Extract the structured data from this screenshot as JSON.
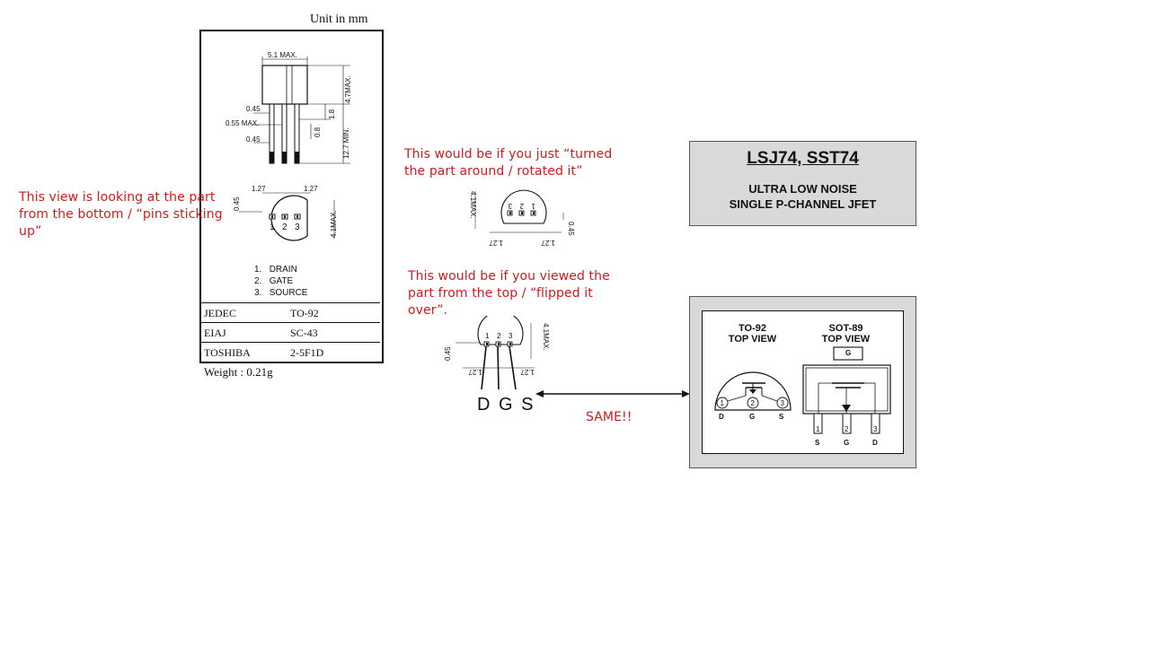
{
  "datasheet": {
    "unit_label": "Unit in mm",
    "dims": {
      "body_width": "5.1 MAX.",
      "body_height": "4.7MAX.",
      "lead_width_1": "0.45",
      "lead_thick": "0.55 MAX.",
      "lead_width_2": "0.45",
      "shoulder": "1.8",
      "lead_gap": "0.8",
      "lead_length": "12.7 MIN.",
      "pitch_left": "1.27",
      "pitch_right": "1.27",
      "flat": "0.45",
      "diameter": "4.1MAX."
    },
    "pin_numbers": [
      "1",
      "2",
      "3"
    ],
    "legend": [
      {
        "num": "1.",
        "name": "DRAIN"
      },
      {
        "num": "2.",
        "name": "GATE"
      },
      {
        "num": "3.",
        "name": "SOURCE"
      }
    ],
    "table": [
      {
        "key": "JEDEC",
        "value": "TO-92"
      },
      {
        "key": "EIAJ",
        "value": "SC-43"
      },
      {
        "key": "TOSHIBA",
        "value": "2-5F1D"
      }
    ],
    "weight": "Weight : 0.21g"
  },
  "notes": {
    "bottom_view": "This view is looking at the part from the bottom  / “pins sticking up”",
    "rotated": "This would be if you just “turned the part around  / rotated it”",
    "flipped": "This would be if you viewed the part from the top / “flipped it over”.",
    "same": "SAME!!"
  },
  "rotated_view": {
    "dims": {
      "diameter": "4.1MAX.",
      "flat": "0.45",
      "pitch_left": "1.27",
      "pitch_right": "1.27"
    },
    "pin_numbers": [
      "3",
      "2",
      "1"
    ]
  },
  "flipped_view": {
    "dims": {
      "diameter": "4.1MAX.",
      "flat": "0.45",
      "pitch_left": "1.27",
      "pitch_right": "1.27"
    },
    "pin_numbers": [
      "1",
      "2",
      "3"
    ],
    "pin_letters": "D G S"
  },
  "product": {
    "title": "LSJ74, SST74",
    "subtitle_1": "ULTRA LOW NOISE",
    "subtitle_2": "SINGLE P-CHANNEL JFET"
  },
  "pinout": {
    "to92_title_1": "TO-92",
    "to92_title_2": "TOP VIEW",
    "sot89_title_1": "SOT-89",
    "sot89_title_2": "TOP VIEW",
    "to92_pin_numbers": [
      "1",
      "2",
      "3"
    ],
    "to92_pin_letters": [
      "D",
      "G",
      "S"
    ],
    "sot89_pin_numbers": [
      "1",
      "2",
      "3"
    ],
    "sot89_pin_letters": [
      "S",
      "G",
      "D"
    ],
    "sot89_tab_letter": "G"
  },
  "colors": {
    "annotation": "#d21a1a",
    "panel_gray": "#d9d9d9"
  }
}
